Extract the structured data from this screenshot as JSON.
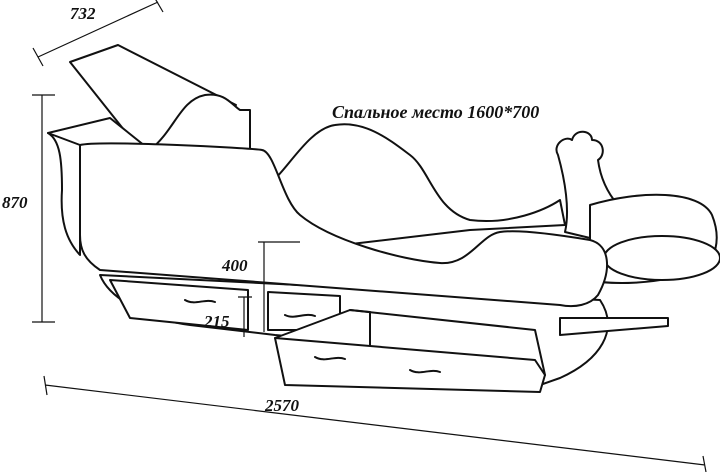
{
  "drawing": {
    "caption": "Спальное место 1600*700",
    "dimensions": {
      "depth": "732",
      "height": "870",
      "length": "2570",
      "side_height": "400",
      "drawer_clearance": "215"
    },
    "colors": {
      "line": "#111111",
      "background": "#ffffff"
    }
  }
}
